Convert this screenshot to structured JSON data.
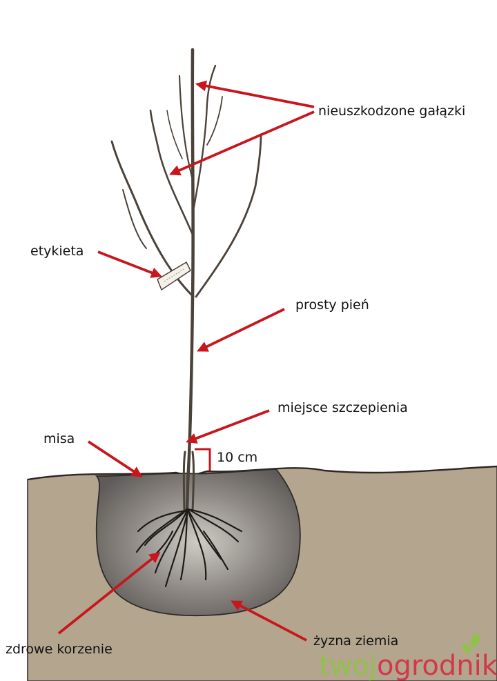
{
  "labels": {
    "twigs": "nieuszkodzone gałązki",
    "label_tag": "etykieta",
    "trunk": "prosty pień",
    "graft": "miejsce szczepienia",
    "distance": "10 cm",
    "bowl": "misa",
    "roots": "zdrowe korzenie",
    "soil": "żyzna ziemia"
  },
  "watermark": {
    "part1": "twoj",
    "part2": "ogrodnik"
  },
  "colors": {
    "arrow": "#c8161d",
    "soil_outer": "#a99a84",
    "soil_inner": "#6e6a67",
    "bark": "#5a4f45",
    "watermark_green": "#8cc63f",
    "watermark_red": "#d7263d"
  }
}
